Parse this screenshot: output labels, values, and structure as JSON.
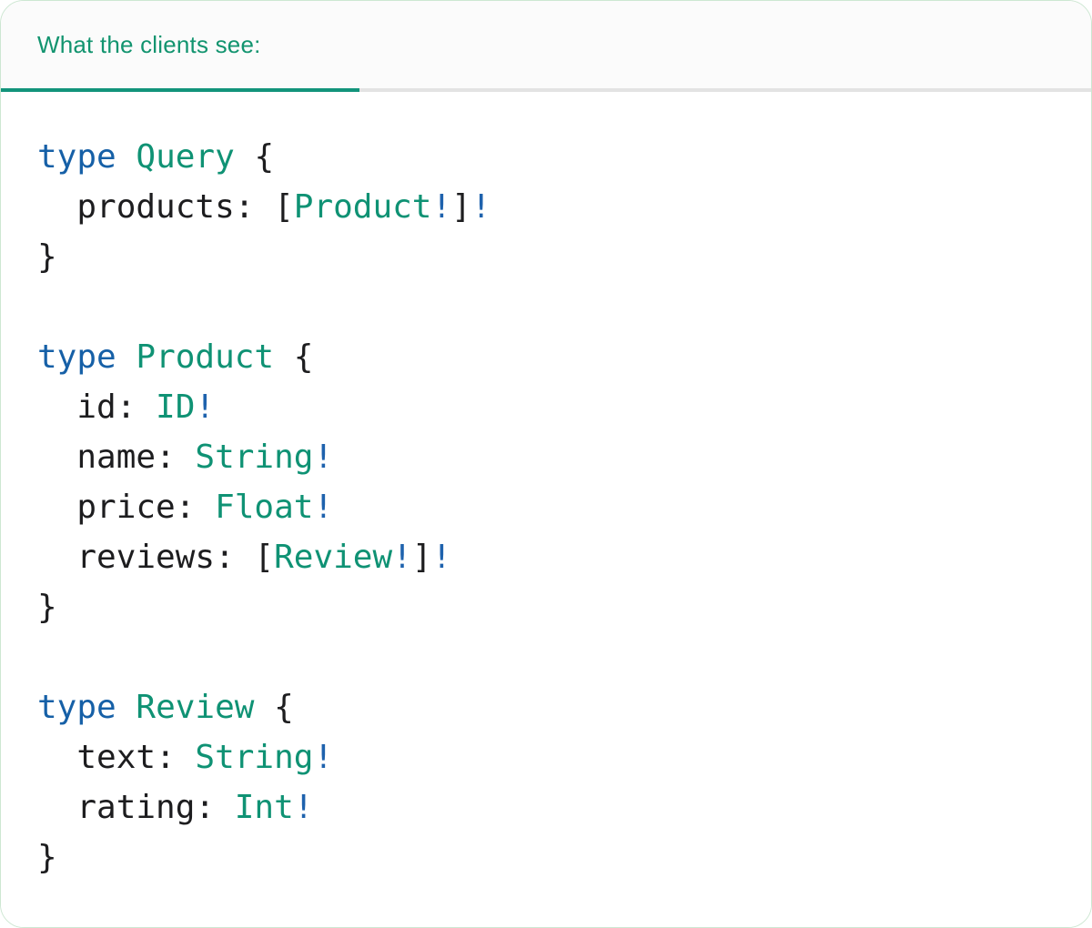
{
  "colors": {
    "accent": "#12946f",
    "underline": "#12947b",
    "header_bg": "#fbfbfb",
    "divider": "#e3e3e3",
    "card_border": "#cde7d2",
    "background": "#ffffff",
    "keyword": "#1660a7",
    "typename": "#0f9274",
    "plain": "#1d1d1f",
    "bang": "#1e62ad"
  },
  "header": {
    "label": "What the clients see:"
  },
  "code": {
    "language": "graphql",
    "lines": [
      [
        {
          "t": "type",
          "c": "keyword"
        },
        {
          "t": " ",
          "c": "plain"
        },
        {
          "t": "Query",
          "c": "typename"
        },
        {
          "t": " {",
          "c": "plain"
        }
      ],
      [
        {
          "t": "  products: [",
          "c": "plain"
        },
        {
          "t": "Product",
          "c": "typename"
        },
        {
          "t": "!",
          "c": "bang"
        },
        {
          "t": "]",
          "c": "plain"
        },
        {
          "t": "!",
          "c": "bang"
        }
      ],
      [
        {
          "t": "}",
          "c": "plain"
        }
      ],
      [],
      [
        {
          "t": "type",
          "c": "keyword"
        },
        {
          "t": " ",
          "c": "plain"
        },
        {
          "t": "Product",
          "c": "typename"
        },
        {
          "t": " {",
          "c": "plain"
        }
      ],
      [
        {
          "t": "  id: ",
          "c": "plain"
        },
        {
          "t": "ID",
          "c": "typename"
        },
        {
          "t": "!",
          "c": "bang"
        }
      ],
      [
        {
          "t": "  name: ",
          "c": "plain"
        },
        {
          "t": "String",
          "c": "typename"
        },
        {
          "t": "!",
          "c": "bang"
        }
      ],
      [
        {
          "t": "  price: ",
          "c": "plain"
        },
        {
          "t": "Float",
          "c": "typename"
        },
        {
          "t": "!",
          "c": "bang"
        }
      ],
      [
        {
          "t": "  reviews: [",
          "c": "plain"
        },
        {
          "t": "Review",
          "c": "typename"
        },
        {
          "t": "!",
          "c": "bang"
        },
        {
          "t": "]",
          "c": "plain"
        },
        {
          "t": "!",
          "c": "bang"
        }
      ],
      [
        {
          "t": "}",
          "c": "plain"
        }
      ],
      [],
      [
        {
          "t": "type",
          "c": "keyword"
        },
        {
          "t": " ",
          "c": "plain"
        },
        {
          "t": "Review",
          "c": "typename"
        },
        {
          "t": " {",
          "c": "plain"
        }
      ],
      [
        {
          "t": "  text: ",
          "c": "plain"
        },
        {
          "t": "String",
          "c": "typename"
        },
        {
          "t": "!",
          "c": "bang"
        }
      ],
      [
        {
          "t": "  rating: ",
          "c": "plain"
        },
        {
          "t": "Int",
          "c": "typename"
        },
        {
          "t": "!",
          "c": "bang"
        }
      ],
      [
        {
          "t": "}",
          "c": "plain"
        }
      ]
    ]
  }
}
